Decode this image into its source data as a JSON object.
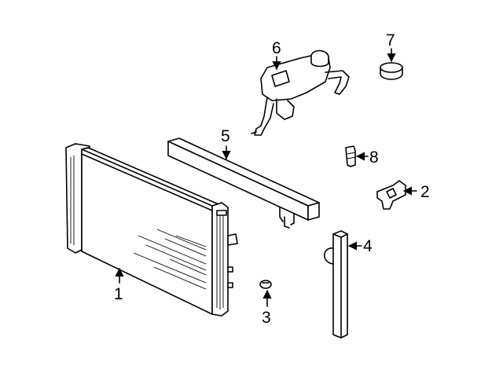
{
  "diagram": {
    "callouts": [
      {
        "id": "radiator",
        "label": "1"
      },
      {
        "id": "bracket",
        "label": "2"
      },
      {
        "id": "drain-plug",
        "label": "3"
      },
      {
        "id": "side-seal",
        "label": "4"
      },
      {
        "id": "upper-baffle",
        "label": "5"
      },
      {
        "id": "reservoir",
        "label": "6"
      },
      {
        "id": "reservoir-cap",
        "label": "7"
      },
      {
        "id": "bolt",
        "label": "8"
      }
    ],
    "colors": {
      "line": "#000000",
      "background": "#ffffff"
    }
  }
}
